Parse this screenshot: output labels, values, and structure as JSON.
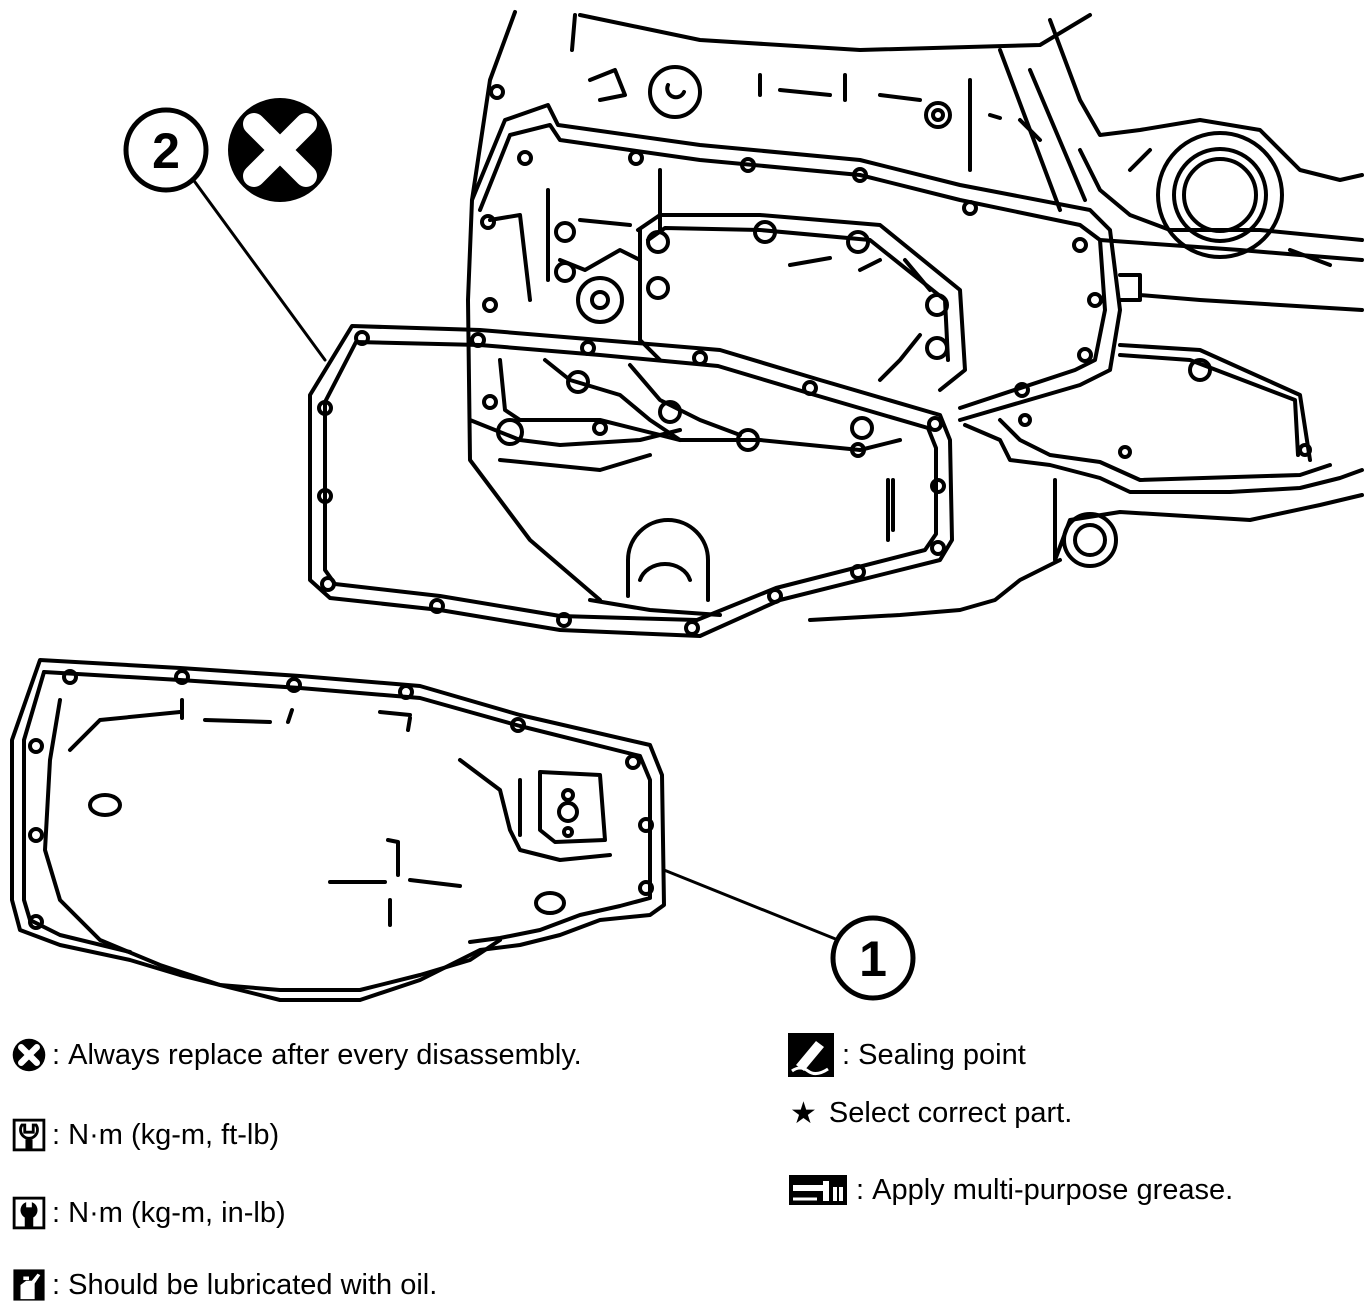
{
  "callouts": {
    "oil_pan": "1",
    "gasket": "2"
  },
  "legend": {
    "replace": {
      "icon": "replace-x-icon",
      "prefix": ": ",
      "text": "Always replace after every disassembly."
    },
    "torque_ftlb": {
      "icon": "torque-wrench-icon",
      "prefix": ": ",
      "text": "N·m (kg-m, ft-lb)"
    },
    "torque_inlb": {
      "icon": "torque-wrench-filled-icon",
      "prefix": ": ",
      "text": "N·m (kg-m, in-lb)"
    },
    "oil": {
      "icon": "oil-can-icon",
      "prefix": ": ",
      "text": "Should be lubricated with oil."
    },
    "sealing": {
      "icon": "sealant-tube-icon",
      "prefix": ": ",
      "text": "Sealing point"
    },
    "select_part": {
      "icon": "star-icon",
      "symbol": "★",
      "text": "Select correct part."
    },
    "grease": {
      "icon": "grease-gun-icon",
      "prefix": ": ",
      "text": "Apply multi-purpose grease."
    }
  },
  "colors": {
    "ink": "#000000",
    "paper": "#ffffff"
  }
}
